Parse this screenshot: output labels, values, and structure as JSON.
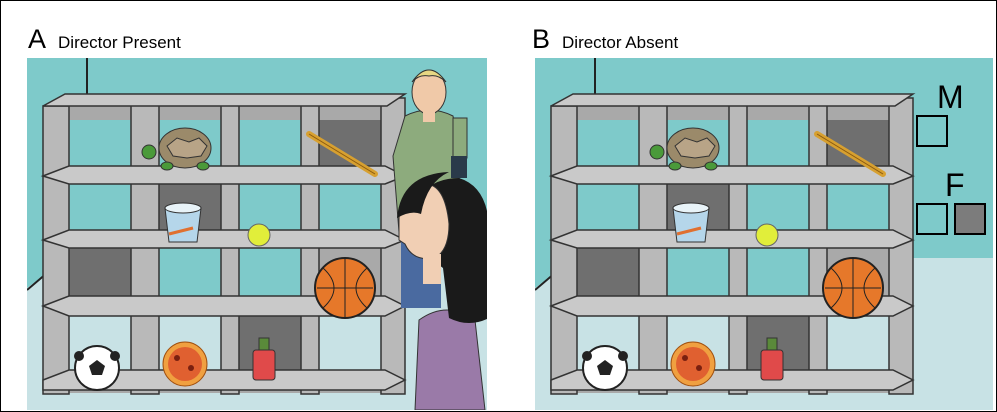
{
  "panels": [
    {
      "letter": "A",
      "label": "Director Present"
    },
    {
      "letter": "B",
      "label": "Director Absent"
    }
  ],
  "legend": {
    "male": "M",
    "female": "F"
  },
  "objects": [
    "turtle",
    "flute",
    "bucket",
    "tennis-ball",
    "basketball",
    "soccer-ball",
    "pizza",
    "perfume-bottle"
  ],
  "colors": {
    "wall": "#7ecaca",
    "floor": "#c8e2e5",
    "shelf": "#b9b9b9",
    "shelf_dark": "#6f6f6f",
    "occluded_cell": "#7c7c7c"
  }
}
